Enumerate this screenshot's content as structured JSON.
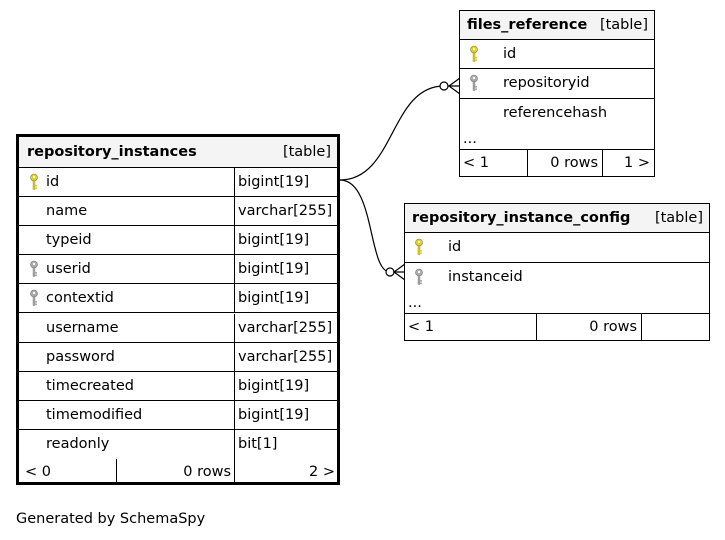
{
  "footer": {
    "text": "Generated by SchemaSpy"
  },
  "colors": {
    "primary_key": "#e8d200",
    "foreign_key": "#a8a8a8",
    "header_bg": "#f4f4f4"
  },
  "tables": {
    "repository_instances": {
      "name": "repository_instances",
      "kind": "[table]",
      "columns": [
        {
          "name": "id",
          "type": "bigint[19]",
          "key": "primary"
        },
        {
          "name": "name",
          "type": "varchar[255]",
          "key": ""
        },
        {
          "name": "typeid",
          "type": "bigint[19]",
          "key": ""
        },
        {
          "name": "userid",
          "type": "bigint[19]",
          "key": "foreign"
        },
        {
          "name": "contextid",
          "type": "bigint[19]",
          "key": "foreign"
        },
        {
          "name": "username",
          "type": "varchar[255]",
          "key": ""
        },
        {
          "name": "password",
          "type": "varchar[255]",
          "key": ""
        },
        {
          "name": "timecreated",
          "type": "bigint[19]",
          "key": ""
        },
        {
          "name": "timemodified",
          "type": "bigint[19]",
          "key": ""
        },
        {
          "name": "readonly",
          "type": "bit[1]",
          "key": ""
        }
      ],
      "footer": {
        "parents": "< 0",
        "rows": "0 rows",
        "children": "2 >"
      }
    },
    "files_reference": {
      "name": "files_reference",
      "kind": "[table]",
      "columns": [
        {
          "name": "id",
          "key": "primary"
        },
        {
          "name": "repositoryid",
          "key": "foreign"
        },
        {
          "name": "referencehash",
          "key": ""
        }
      ],
      "ellipsis": "...",
      "footer": {
        "parents": "< 1",
        "rows": "0 rows",
        "children": "1 >"
      }
    },
    "repository_instance_config": {
      "name": "repository_instance_config",
      "kind": "[table]",
      "columns": [
        {
          "name": "id",
          "key": "primary"
        },
        {
          "name": "instanceid",
          "key": "foreign"
        }
      ],
      "ellipsis": "...",
      "footer": {
        "parents": "< 1",
        "rows": "0 rows",
        "children": ""
      }
    }
  }
}
